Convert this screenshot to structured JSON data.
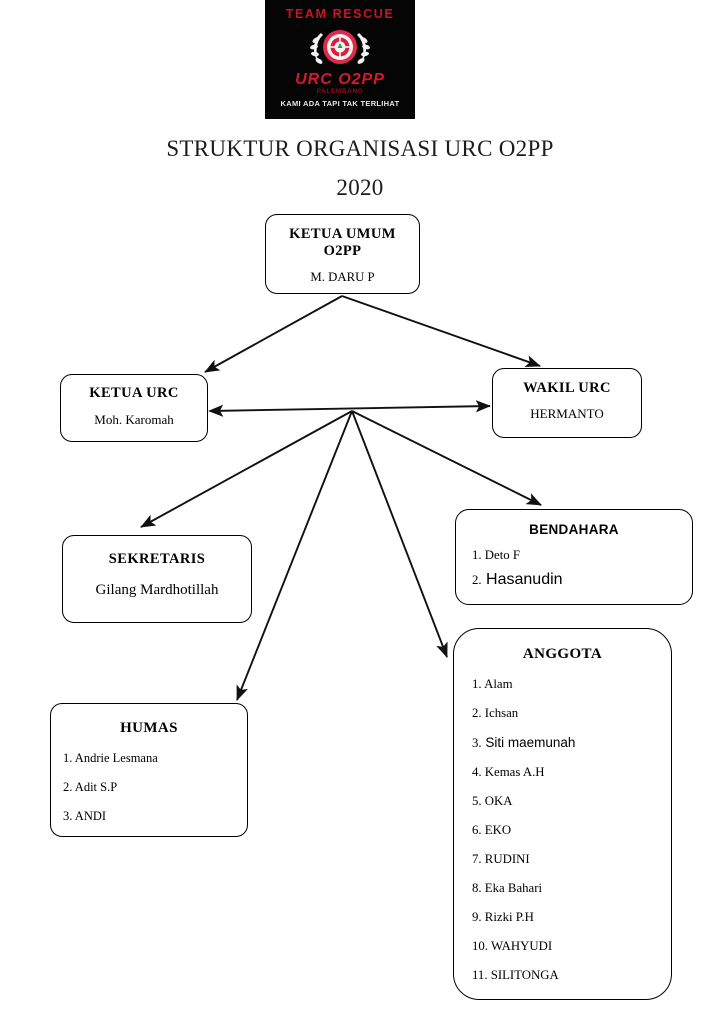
{
  "logo": {
    "team_text": "TEAM RESCUE",
    "org_text": "URC O2PP",
    "sub_text": "PALEMBANG",
    "tagline": "KAMI ADA TAPI TAK TERLIHAT",
    "colors": {
      "background": "#050505",
      "team_red": "#cc1322",
      "org_red": "#d6192c",
      "tagline_white": "#e8e8e8"
    }
  },
  "title": {
    "line1": "STRUKTUR ORGANISASI URC O2PP",
    "line2": "2020"
  },
  "nodes": {
    "ketua_umum": {
      "title_line1": "KETUA UMUM",
      "title_line2": "O2PP",
      "name": "M. DARU P"
    },
    "ketua_urc": {
      "title": "KETUA URC",
      "name": "Moh. Karomah"
    },
    "wakil_urc": {
      "title": "WAKIL URC",
      "name": "HERMANTO"
    },
    "sekretaris": {
      "title": "SEKRETARIS",
      "name": "Gilang Mardhotillah"
    },
    "bendahara": {
      "title": "BENDAHARA",
      "members": [
        {
          "num": "1.",
          "name": "Deto F"
        },
        {
          "num": "2.",
          "name": "Hasanudin"
        }
      ]
    },
    "humas": {
      "title": "HUMAS",
      "members": [
        {
          "num": "1.",
          "name": "Andrie Lesmana"
        },
        {
          "num": "2.",
          "name": "Adit  S.P"
        },
        {
          "num": "3.",
          "name": "ANDI"
        }
      ]
    },
    "anggota": {
      "title": "ANGGOTA",
      "members": [
        {
          "num": "1.",
          "name": "Alam"
        },
        {
          "num": "2.",
          "name": "Ichsan"
        },
        {
          "num": "3.",
          "name": "Siti maemunah"
        },
        {
          "num": "4.",
          "name": "Kemas A.H"
        },
        {
          "num": "5.",
          "name": "OKA"
        },
        {
          "num": "6.",
          "name": "EKO"
        },
        {
          "num": "7.",
          "name": "RUDINI"
        },
        {
          "num": "8.",
          "name": "Eka Bahari"
        },
        {
          "num": "9.",
          "name": "Rizki P.H"
        },
        {
          "num": "10.",
          "name": "WAHYUDI"
        },
        {
          "num": "11.",
          "name": "SILITONGA"
        }
      ]
    }
  },
  "connections": [
    {
      "from": "ketua_umum",
      "to": "ketua_urc",
      "style": "single-arrow"
    },
    {
      "from": "ketua_umum",
      "to": "wakil_urc",
      "style": "single-arrow"
    },
    {
      "from": "ketua_urc",
      "to": "wakil_urc",
      "style": "double-arrow"
    },
    {
      "from": "hub",
      "to": "sekretaris",
      "style": "single-arrow"
    },
    {
      "from": "hub",
      "to": "humas",
      "style": "single-arrow"
    },
    {
      "from": "hub",
      "to": "anggota",
      "style": "single-arrow"
    },
    {
      "from": "hub",
      "to": "bendahara",
      "style": "single-arrow"
    }
  ]
}
